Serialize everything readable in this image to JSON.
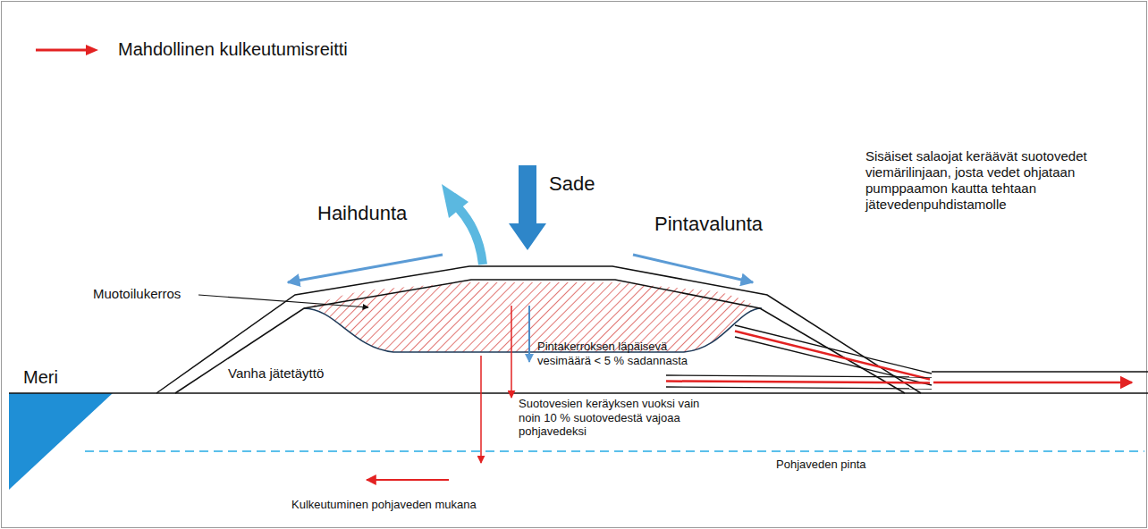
{
  "diagram": {
    "labels": [
      "Haihdunta",
      "Sade",
      "Pintavalunta",
      "Muotoilukerros",
      "Meri",
      "Vanha jätetäyttö",
      "Pintakerroksen läpäisevä vesimäärä < 5 % sadannasta",
      "Suotovesien keräyksen vuoksi vain noin 10 % suotovedestä vajoaa pohjavedeksi",
      "Sisäiset salaojat keräävät suotovedet viemärilinjaan, josta vedet ohjataan pumppaamon kautta tehtaan jätevedenpuhdistamolle",
      "Pohjaveden pinta",
      "Kulkeutuminen pohjaveden mukana"
    ],
    "legend": [
      {
        "text": "Mahdollinen kulkeutumisreitti"
      }
    ]
  }
}
